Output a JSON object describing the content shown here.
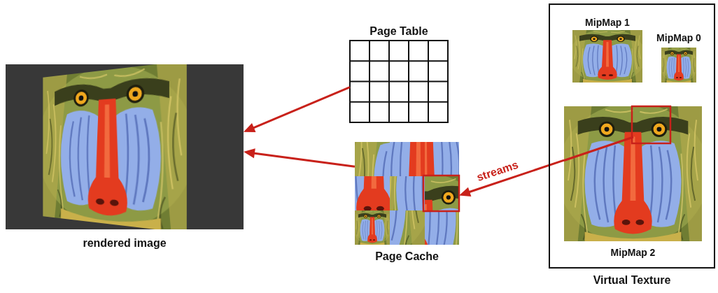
{
  "diagram": {
    "nodes": [
      {
        "text": [
          "rendered image"
        ]
      },
      {
        "text": [
          "Page Table"
        ]
      },
      {
        "text": [
          "Page Cache"
        ]
      },
      {
        "text": [
          "Virtual Texture"
        ]
      },
      {
        "text": [
          "MipMap 1"
        ],
        "in": 3
      },
      {
        "text": [
          "MipMap 0"
        ],
        "in": 3
      },
      {
        "text": [
          "MipMap 2"
        ],
        "in": 3
      }
    ],
    "edges": [
      {
        "from": 1,
        "to": 0,
        "arrow": "to"
      },
      {
        "from": 2,
        "to": 0,
        "arrow": "to"
      },
      {
        "from": 6,
        "to": 2,
        "label": "streams",
        "arrow": "to"
      }
    ]
  }
}
